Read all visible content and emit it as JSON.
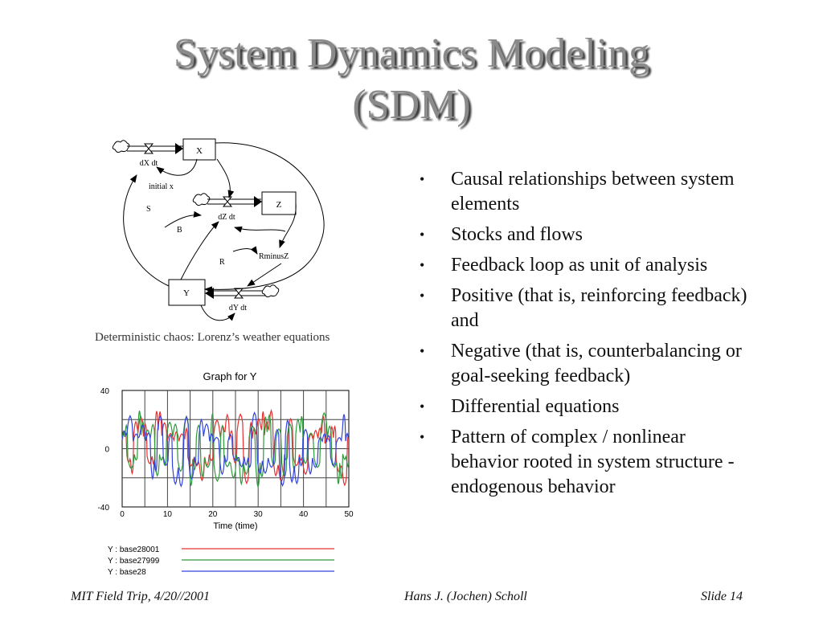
{
  "title": {
    "line1": "System Dynamics Modeling",
    "line2": "(SDM)"
  },
  "diagram": {
    "stock_x": "X",
    "stock_z": "Z",
    "stock_y": "Y",
    "flow_dx": "dX dt",
    "flow_dz": "dZ dt",
    "flow_dy": "dY dt",
    "initial_x": "initial x",
    "s_label": "S",
    "b_label": "B",
    "r_label": "R",
    "rminusz": "RminusZ"
  },
  "caption": "Deterministic chaos: Lorenz’s weather equations",
  "chart_data": {
    "type": "line",
    "title": "Graph for Y",
    "xlabel": "Time (time)",
    "ylabel": "",
    "xlim": [
      0,
      50
    ],
    "ylim": [
      -40,
      40
    ],
    "x_ticks": [
      "0",
      "10",
      "20",
      "30",
      "40",
      "50"
    ],
    "y_ticks": [
      "40",
      "0",
      "-40"
    ],
    "grid": true,
    "legend_position": "bottom",
    "series": [
      {
        "name": "Y : base28001",
        "color": "#e53030"
      },
      {
        "name": "Y : base27999",
        "color": "#2e9a3c"
      },
      {
        "name": "Y : base28",
        "color": "#3344dd"
      }
    ]
  },
  "bullets": [
    "Causal relationships between system elements",
    "Stocks and flows",
    "Feedback loop as unit of analysis",
    "Positive (that is, reinforcing feedback) and",
    "Negative (that is, counterbalancing or goal-seeking feedback)",
    "Differential equations",
    "Pattern of complex / nonlinear behavior rooted in system structure - endogenous behavior"
  ],
  "footer": {
    "left": "MIT Field Trip, 4/20//2001",
    "center": "Hans J. (Jochen) Scholl",
    "right": "Slide 14"
  }
}
